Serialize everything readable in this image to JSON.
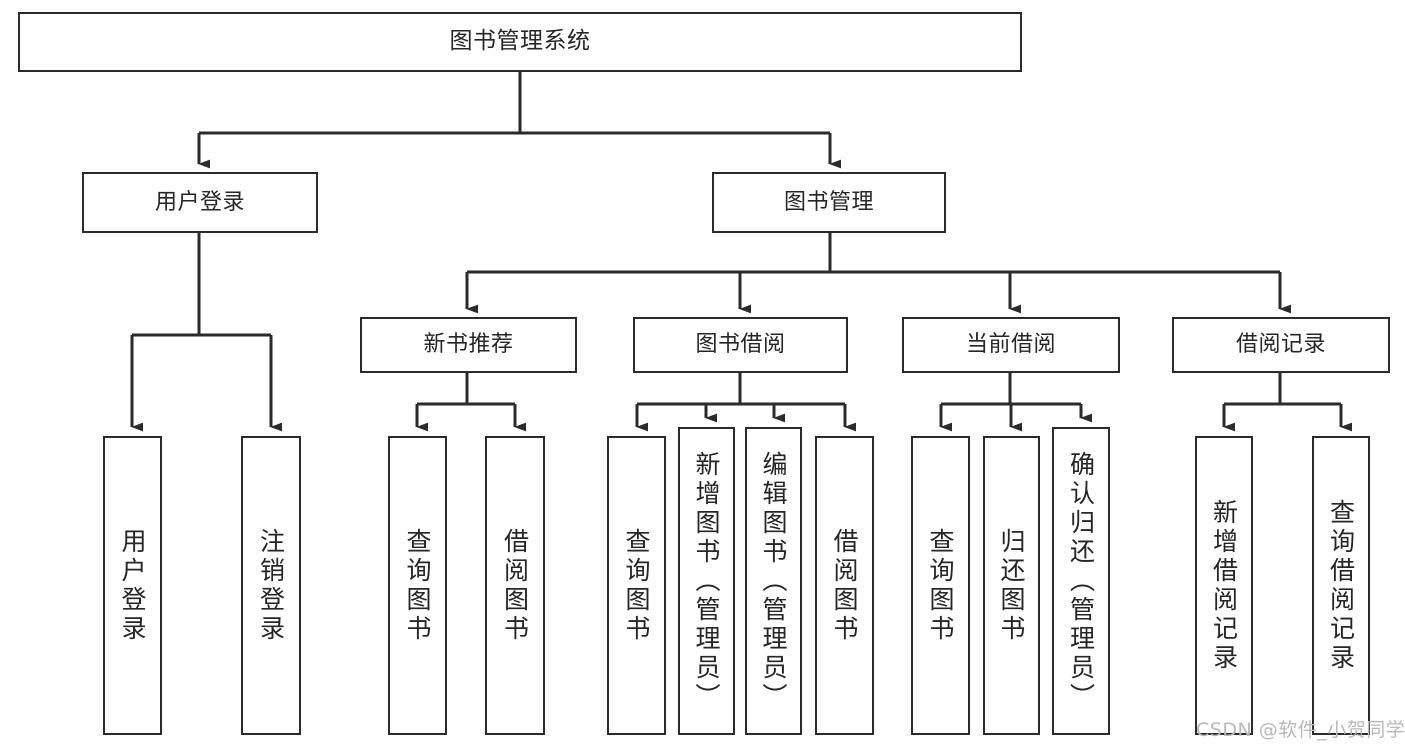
{
  "diagram": {
    "type": "tree",
    "title": "图书管理系统",
    "colors": {
      "background": "#ffffff",
      "box_border": "#2b2b2b",
      "box_fill": "#ffffff",
      "text": "#262626",
      "connector": "#2b2b2b",
      "watermark": "#b9b9b9"
    },
    "root": {
      "label": "图书管理系统"
    },
    "level2": [
      {
        "label": "用户登录"
      },
      {
        "label": "图书管理"
      }
    ],
    "level3": [
      {
        "label": "新书推荐"
      },
      {
        "label": "图书借阅"
      },
      {
        "label": "当前借阅"
      },
      {
        "label": "借阅记录"
      }
    ],
    "leaves": {
      "user_login": [
        {
          "label": "用户登录"
        },
        {
          "label": "注销登录"
        }
      ],
      "new_book_recommend": [
        {
          "label": "查询图书"
        },
        {
          "label": "借阅图书"
        }
      ],
      "book_borrow": [
        {
          "label": "查询图书"
        },
        {
          "label": "新增图书（管理员）"
        },
        {
          "label": "编辑图书（管理员）"
        },
        {
          "label": "借阅图书"
        }
      ],
      "current_borrow": [
        {
          "label": "查询图书"
        },
        {
          "label": "归还图书"
        },
        {
          "label": "确认归还（管理员）"
        }
      ],
      "borrow_record": [
        {
          "label": "新增借阅记录"
        },
        {
          "label": "查询借阅记录"
        }
      ]
    }
  },
  "watermark": {
    "text": "CSDN @软件_小贺同学"
  }
}
